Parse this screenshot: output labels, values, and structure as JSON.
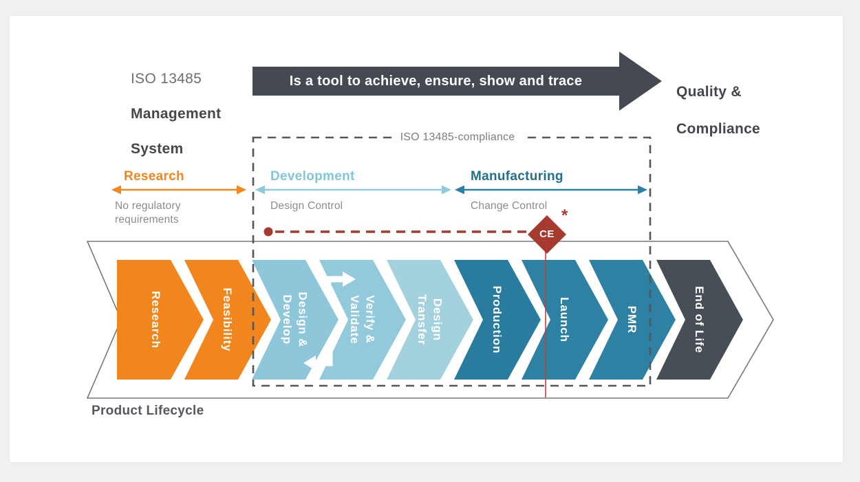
{
  "title_block": {
    "line1": "ISO 13485",
    "line2": "Management",
    "line3": "System"
  },
  "banner": {
    "text": "Is a tool to achieve, ensure, show and trace",
    "color": "#454a52"
  },
  "outcome": {
    "line1": "Quality &",
    "line2": "Compliance"
  },
  "compliance_box": {
    "label": "ISO 13485-compliance",
    "dash_color": "#53565b"
  },
  "phases": [
    {
      "name": "Research",
      "note": "No regulatory\nrequirements",
      "color": "#f0861d",
      "text_color": "#f0861d"
    },
    {
      "name": "Development",
      "note": "Design Control",
      "color": "#8fc9db",
      "text_color": "#82c6dc"
    },
    {
      "name": "Manufacturing",
      "note": "Change Control",
      "color": "#2e81a4",
      "text_color": "#256f8e"
    }
  ],
  "ce_marker": {
    "label": "CE",
    "asterisk": "*",
    "color": "#a63a2e",
    "line_color": "#c04238"
  },
  "lifecycle": {
    "title": "Product Lifecycle",
    "outline_color": "#74787c",
    "stages": [
      {
        "label": "Research",
        "color": "#f0861d"
      },
      {
        "label": "Feasibility",
        "color": "#f0861d"
      },
      {
        "label": "Design &\nDevelop",
        "color": "#8ec7da"
      },
      {
        "label": "Verify &\nValidate",
        "color": "#92cadb"
      },
      {
        "label": "Design\nTransfer",
        "color": "#a3d1de"
      },
      {
        "label": "Production",
        "color": "#2a7c9e"
      },
      {
        "label": "Launch",
        "color": "#2f81a3"
      },
      {
        "label": "PMR",
        "color": "#2f81a3"
      },
      {
        "label": "End of Life",
        "color": "#484e55"
      }
    ]
  }
}
